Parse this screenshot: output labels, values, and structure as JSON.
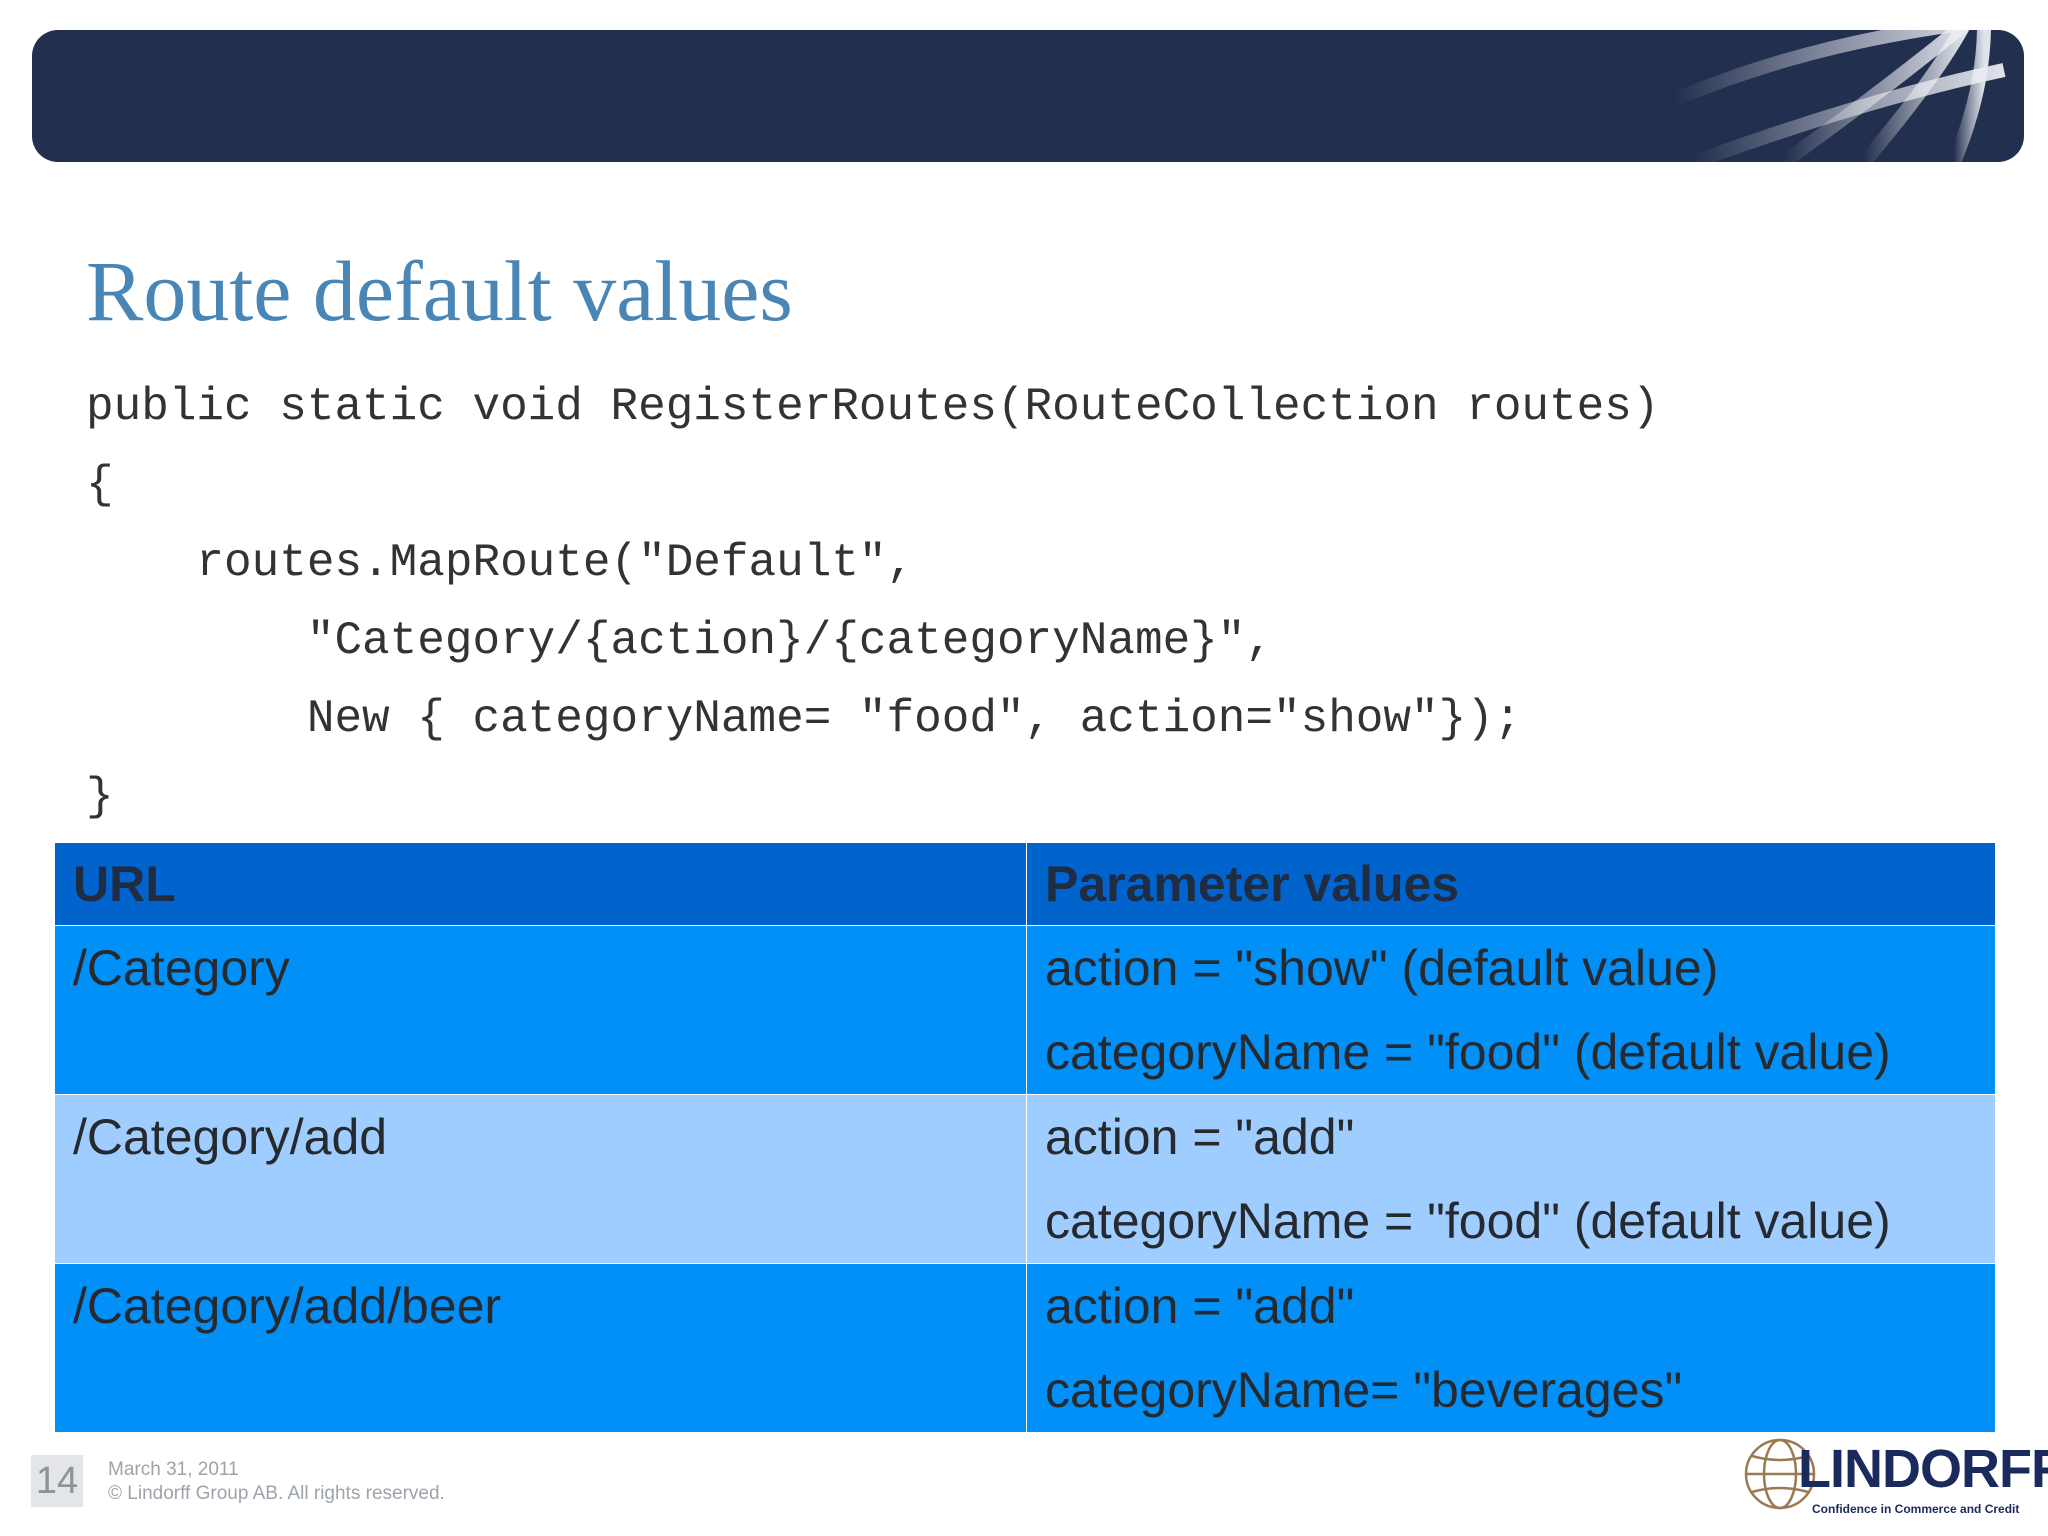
{
  "slide": {
    "title": "Route default values",
    "code_lines": [
      "public static void RegisterRoutes(RouteCollection routes)",
      "{",
      "    routes.MapRoute(\"Default\",",
      "        \"Category/{action}/{categoryName}\",",
      "        New { categoryName= \"food\", action=\"show\"});",
      "}"
    ]
  },
  "table": {
    "headers": [
      "URL",
      "Parameter values"
    ],
    "rows": [
      {
        "url": "/Category",
        "values": [
          "action = \"show\" (default value)",
          "categoryName = \"food\" (default value)"
        ]
      },
      {
        "url": "/Category/add",
        "values": [
          "action = \"add\"",
          "categoryName = \"food\" (default value)"
        ]
      },
      {
        "url": "/Category/add/beer",
        "values": [
          "action = \"add\"",
          "categoryName= \"beverages\""
        ]
      }
    ]
  },
  "footer": {
    "page_number": "14",
    "date": "March 31, 2011",
    "copyright": "© Lindorff Group AB. All rights reserved."
  },
  "logo": {
    "name": "LINDORFF",
    "tagline": "Confidence in Commerce and Credit"
  },
  "colors": {
    "banner": "#232f4f",
    "title": "#4a86b5",
    "table_header": "#0064cc",
    "row_dark": "#0090f8",
    "row_light": "#9fcdff"
  }
}
